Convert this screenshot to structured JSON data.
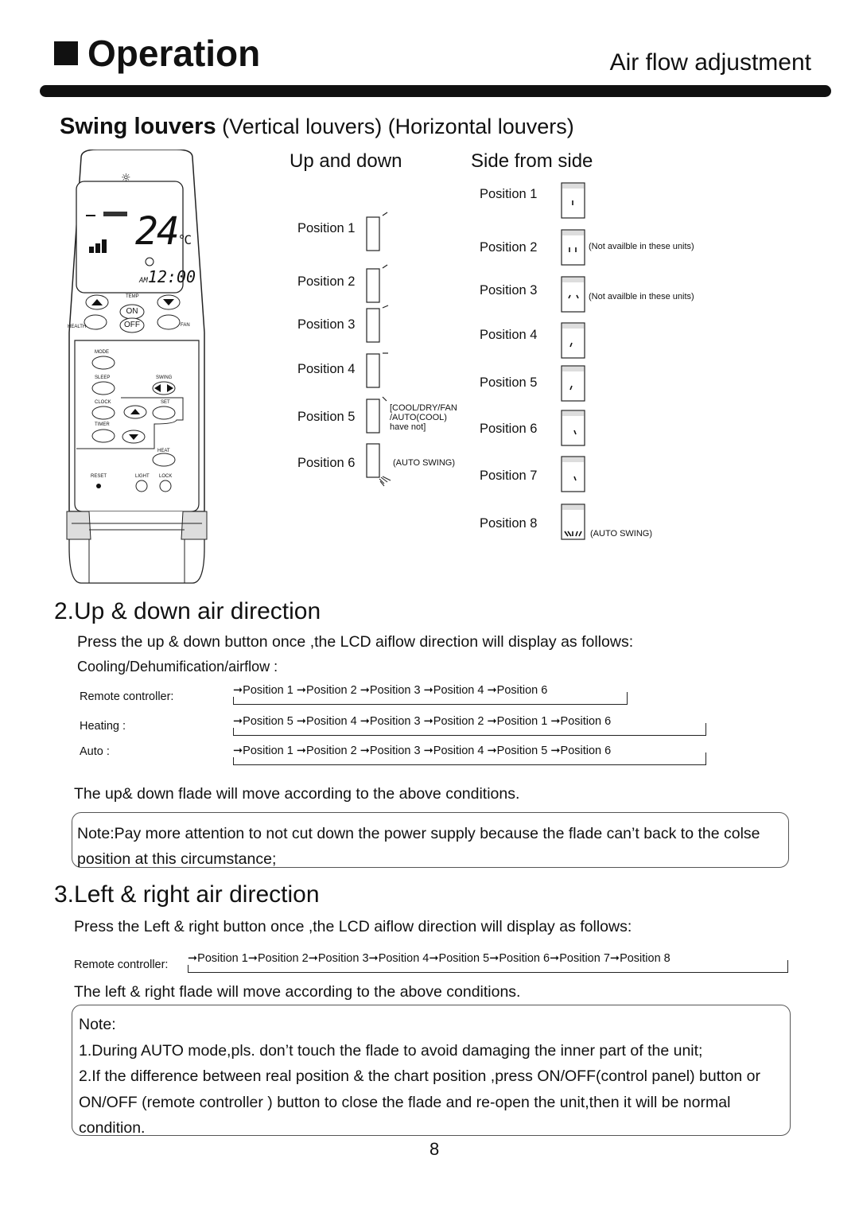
{
  "header": {
    "title": "Operation",
    "subtitle": "Air flow adjustment"
  },
  "swing": {
    "heading_bold": "Swing louvers",
    "heading_rest": "(Vertical louvers) (Horizontal louvers)",
    "col_updown": "Up and down",
    "col_side": "Side from side"
  },
  "remote": {
    "temp_value": "24",
    "temp_unit": "°C",
    "time_ampm": "AM",
    "time_value": "12:00",
    "labels": {
      "temp": "TEMP",
      "on": "ON",
      "off": "OFF",
      "health": "HEALTH",
      "fan": "FAN",
      "mode": "MODE",
      "sleep": "SLEEP",
      "swing": "SWING",
      "clock": "CLOCK",
      "set": "SET",
      "timer": "TIMER",
      "heat": "HEAT",
      "reset": "RESET",
      "light": "LIGHT",
      "lock": "LOCK"
    }
  },
  "updown_positions": [
    {
      "label": "Position 1"
    },
    {
      "label": "Position 2"
    },
    {
      "label": "Position 3"
    },
    {
      "label": "Position 4"
    },
    {
      "label": "Position 5"
    },
    {
      "label": "Position 6"
    }
  ],
  "updown_notes": {
    "pos5_line1": "[COOL/DRY/FAN",
    "pos5_line2": "/AUTO(COOL)",
    "pos5_line3": "have not]",
    "pos6": "(AUTO SWING)"
  },
  "side_positions": [
    {
      "label": "Position 1",
      "note": ""
    },
    {
      "label": "Position 2",
      "note": "(Not availble in these units)"
    },
    {
      "label": "Position 3",
      "note": "(Not availble in these units)"
    },
    {
      "label": "Position 4",
      "note": ""
    },
    {
      "label": "Position 5",
      "note": ""
    },
    {
      "label": "Position 6",
      "note": ""
    },
    {
      "label": "Position 7",
      "note": ""
    },
    {
      "label": "Position 8",
      "note": "(AUTO SWING)"
    }
  ],
  "section2": {
    "title": "2.Up & down air direction",
    "intro": "Press the up & down button once ,the LCD aiflow direction will display as follows:",
    "cooling": "Cooling/Dehumification/airflow :",
    "rows": [
      {
        "label": "Remote controller:",
        "steps": [
          "Position 1",
          "Position 2",
          "Position 3",
          "Position 4",
          "Position 6"
        ]
      },
      {
        "label": "Heating :",
        "steps": [
          "Position 5",
          "Position 4",
          "Position 3",
          "Position 2",
          "Position 1",
          "Position 6"
        ]
      },
      {
        "label": "Auto :",
        "steps": [
          "Position 1",
          "Position 2",
          "Position 3",
          "Position 4",
          "Position 5",
          "Position 6"
        ]
      }
    ],
    "after": "The up& down flade will move according to the above conditions.",
    "note": "Note:Pay more attention to not cut down the power supply because the flade can’t back to the colse position at this circumstance;"
  },
  "section3": {
    "title": "3.Left & right air direction",
    "intro": "Press the  Left & right  button once ,the LCD aiflow direction will display as follows:",
    "row": {
      "label": "Remote controller:",
      "steps": [
        "Position 1",
        "Position 2",
        "Position 3",
        "Position 4",
        "Position 5",
        "Position 6",
        "Position 7",
        "Position 8"
      ]
    },
    "after": "The left & right flade will move according to the above conditions.",
    "note_title": "Note:",
    "note1": "1.During AUTO mode,pls. don’t touch the flade to avoid damaging the inner part of the unit;",
    "note2": "2.If the difference between real position &  the chart  position ,press ON/OFF(control panel) button or ON/OFF (remote controller ) button to close the flade and re-open the unit,then it will be normal condition."
  },
  "page_number": "8"
}
